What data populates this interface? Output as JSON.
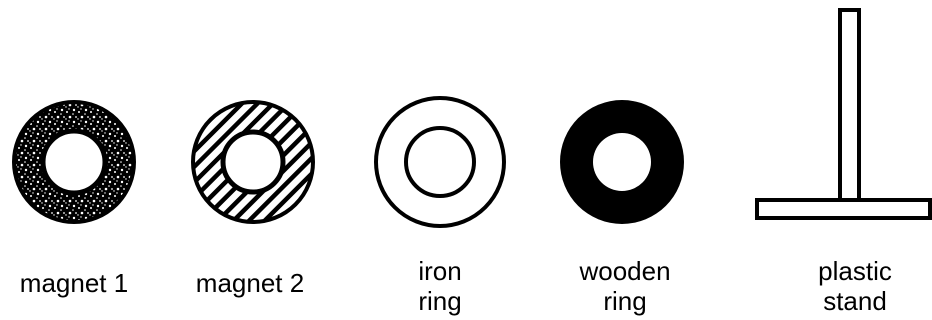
{
  "items": [
    {
      "id": "magnet-1",
      "label_lines": [
        "magnet 1"
      ],
      "fill": "speckled",
      "color": "#000000"
    },
    {
      "id": "magnet-2",
      "label_lines": [
        "magnet 2"
      ],
      "fill": "hatched",
      "color": "#000000"
    },
    {
      "id": "iron-ring",
      "label_lines": [
        "iron",
        "ring"
      ],
      "fill": "white",
      "color": "#000000"
    },
    {
      "id": "wooden-ring",
      "label_lines": [
        "wooden",
        "ring"
      ],
      "fill": "solid-black",
      "color": "#000000"
    },
    {
      "id": "plastic-stand",
      "label_lines": [
        "plastic",
        "stand"
      ],
      "fill": "white",
      "color": "#000000"
    }
  ]
}
